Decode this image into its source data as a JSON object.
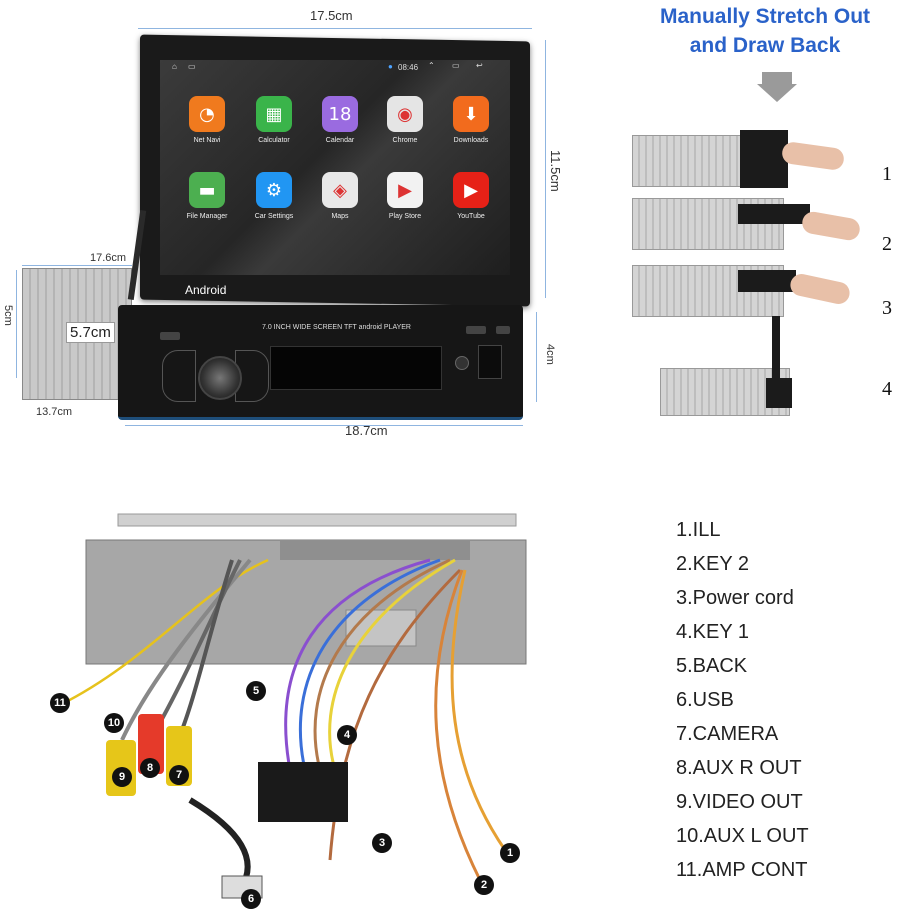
{
  "dimensions": {
    "top_width": "17.5cm",
    "screen_height": "11.5cm",
    "chassis_depth_top": "17.6cm",
    "chassis_height": "5cm",
    "face_label": "5.7cm",
    "face_height": "4cm",
    "chassis_depth_bottom": "13.7cm",
    "front_width": "18.7cm"
  },
  "stretch": {
    "title_line1": "Manually Stretch Out",
    "title_line2": "and Draw Back",
    "title_color": "#2a62c9",
    "steps": [
      "1",
      "2",
      "3",
      "4"
    ]
  },
  "screen": {
    "time": "08:46",
    "brand": "Android",
    "apps": [
      {
        "label": "Net Navi",
        "color": "#f07a1e",
        "icon": "navigation-icon",
        "glyph": "◔"
      },
      {
        "label": "Calculator",
        "color": "#3ab44a",
        "icon": "calculator-icon",
        "glyph": "▦"
      },
      {
        "label": "Calendar",
        "color": "#9a6be0",
        "icon": "calendar-icon",
        "glyph": "18"
      },
      {
        "label": "Chrome",
        "color": "#e5e5e5",
        "icon": "chrome-icon",
        "glyph": "◉"
      },
      {
        "label": "Downloads",
        "color": "#f26b1d",
        "icon": "download-icon",
        "glyph": "⬇"
      },
      {
        "label": "File Manager",
        "color": "#4caf50",
        "icon": "folder-icon",
        "glyph": "▬"
      },
      {
        "label": "Car Settings",
        "color": "#2196f3",
        "icon": "gear-icon",
        "glyph": "⚙"
      },
      {
        "label": "Maps",
        "color": "#e8e8e8",
        "icon": "map-icon",
        "glyph": "◈"
      },
      {
        "label": "Play Store",
        "color": "#f2f2f2",
        "icon": "play-store-icon",
        "glyph": "▶"
      },
      {
        "label": "YouTube",
        "color": "#e62117",
        "icon": "youtube-icon",
        "glyph": "▶"
      }
    ]
  },
  "faceplate": {
    "model_text": "7.0 INCH WIDE SCREEN TFT android PLAYER"
  },
  "wiring": {
    "markers": [
      "1",
      "2",
      "3",
      "4",
      "5",
      "6",
      "7",
      "8",
      "9",
      "10",
      "11"
    ],
    "legend": [
      "1.ILL",
      "2.KEY 2",
      "3.Power cord",
      "4.KEY 1",
      "5.BACK",
      "6.USB",
      "7.CAMERA",
      "8.AUX R OUT",
      "9.VIDEO OUT",
      "10.AUX L OUT",
      "11.AMP CONT"
    ]
  }
}
